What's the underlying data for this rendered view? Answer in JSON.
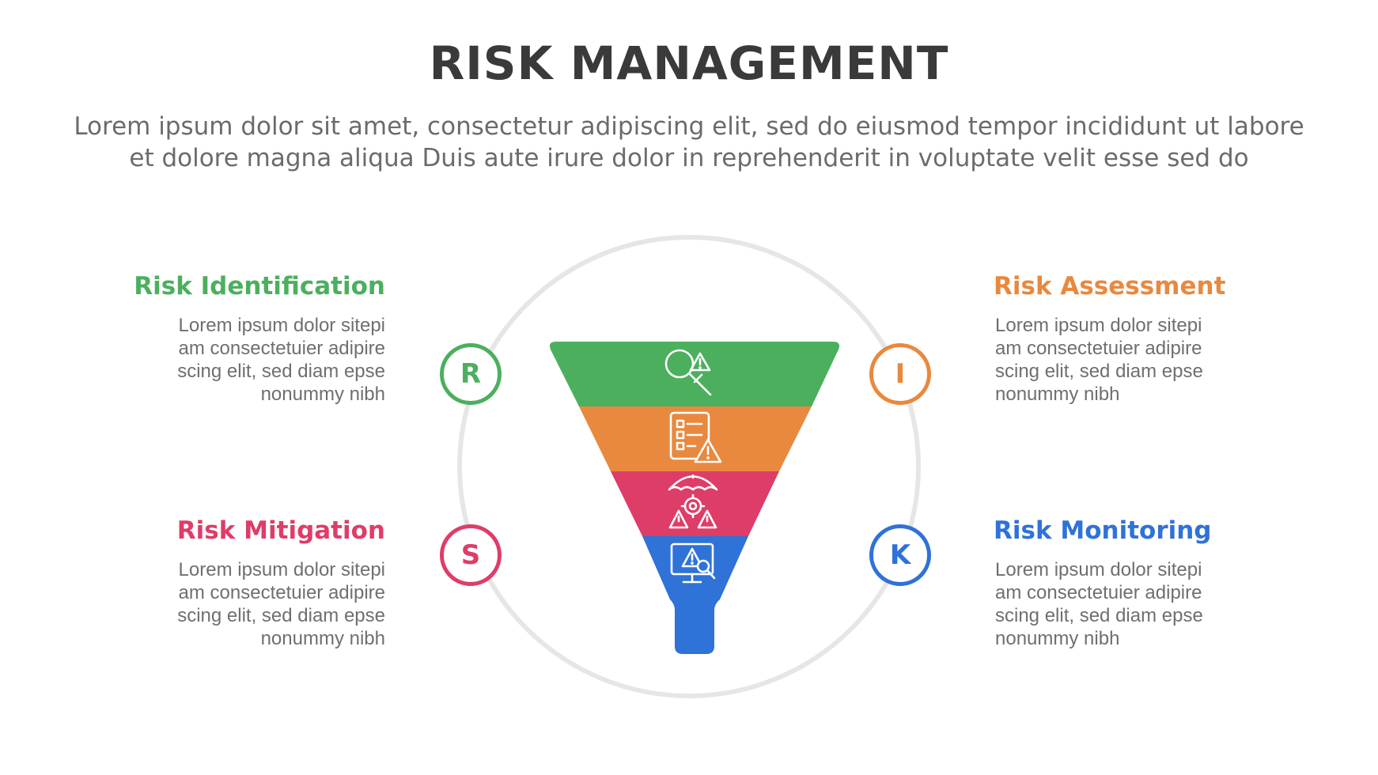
{
  "header": {
    "title": "RISK MANAGEMENT",
    "subtitle_lines": [
      "Lorem ipsum dolor sit amet, consectetur adipiscing elit, sed do eiusmod tempor incididunt ut labore",
      "et dolore magna aliqua Duis aute irure dolor in reprehenderit in voluptate velit esse sed do"
    ]
  },
  "colors": {
    "title": "#3a3a3a",
    "ring": "#e6e6e6",
    "green": "#4caf5e",
    "orange": "#e8893f",
    "pink": "#de3d68",
    "blue": "#2f72d8"
  },
  "steps": [
    {
      "key": "identification",
      "letter": "R",
      "heading": "Risk Identification",
      "lines": [
        "Lorem ipsum dolor sitepi",
        "am consectetuier adipire",
        "scing elit, sed diam epse",
        "nonummy nibh"
      ],
      "color": "#4caf5e",
      "icon": "magnifier-warning-icon"
    },
    {
      "key": "assessment",
      "letter": "I",
      "heading": "Risk Assessment",
      "lines": [
        "Lorem ipsum dolor sitepi",
        "am consectetuier adipire",
        "scing elit, sed diam epse",
        "nonummy nibh"
      ],
      "color": "#e8893f",
      "icon": "checklist-warning-icon"
    },
    {
      "key": "mitigation",
      "letter": "S",
      "heading": "Risk Mitigation",
      "lines": [
        "Lorem ipsum dolor sitepi",
        "am consectetuier adipire",
        "scing elit, sed diam epse",
        "nonummy nibh"
      ],
      "color": "#de3d68",
      "icon": "umbrella-gear-warning-icon"
    },
    {
      "key": "monitoring",
      "letter": "K",
      "heading": "Risk Monitoring",
      "lines": [
        "Lorem ipsum dolor sitepi",
        "am consectetuier adipire",
        "scing elit, sed diam epse",
        "nonummy nibh"
      ],
      "color": "#2f72d8",
      "icon": "monitor-warning-icon"
    }
  ]
}
